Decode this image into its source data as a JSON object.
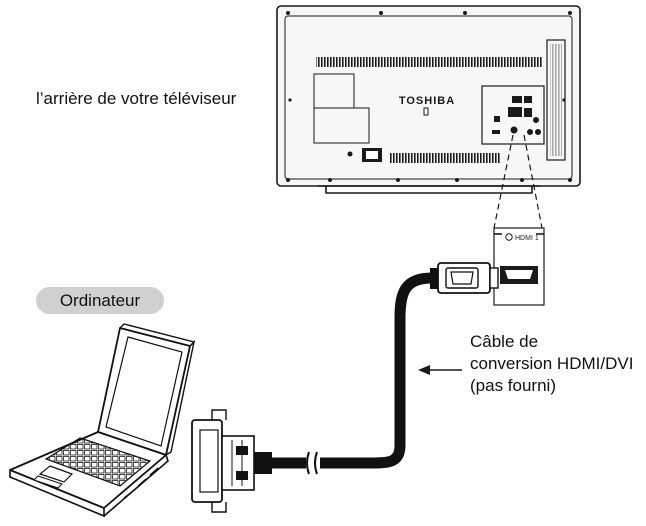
{
  "labels": {
    "tv_back": "l’arrière de votre téléviseur",
    "computer": "Ordinateur",
    "cable_line1": "Câble de",
    "cable_line2": "conversion HDMI/DVI",
    "cable_line3": "(pas fourni)"
  },
  "tv": {
    "brand": "TOSHIBA",
    "port_label": "HDMI 1"
  },
  "colors": {
    "line": "#1a1a1a",
    "tv_panel": "#f7f7f7",
    "badge_bg": "#d0d0d0",
    "cable": "#111111"
  }
}
